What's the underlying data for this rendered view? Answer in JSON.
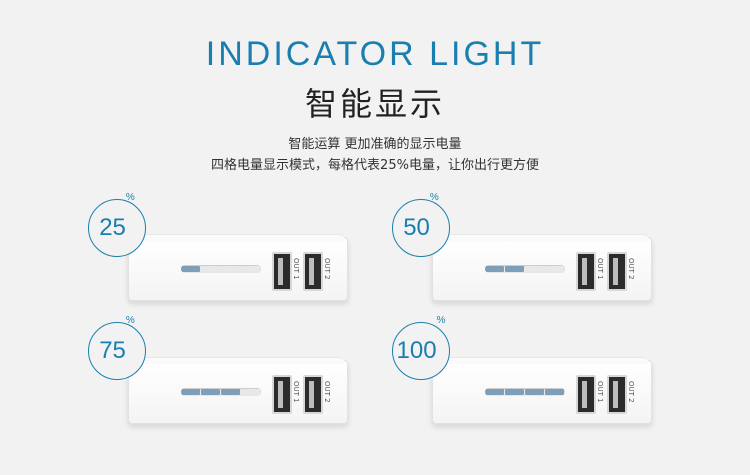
{
  "header": {
    "title_en": "INDICATOR LIGHT",
    "title_cn": "智能显示",
    "desc_line1": "智能运算 更加准确的显示电量",
    "desc_line2": "四格电量显示模式，每格代表25%电量，让你出行更方便"
  },
  "units": [
    {
      "value": "25",
      "pct_symbol": "%",
      "level": 0.25,
      "out1": "OUT 1",
      "out2": "OUT 2"
    },
    {
      "value": "50",
      "pct_symbol": "%",
      "level": 0.5,
      "out1": "OUT 1",
      "out2": "OUT 2"
    },
    {
      "value": "75",
      "pct_symbol": "%",
      "level": 0.75,
      "out1": "OUT 1",
      "out2": "OUT 2"
    },
    {
      "value": "100",
      "pct_symbol": "%",
      "level": 1.0,
      "out1": "OUT 1",
      "out2": "OUT 2"
    }
  ],
  "colors": {
    "accent": "#1a7fae",
    "led_on": "#7f9fb8",
    "led_off": "#e8e8e8",
    "text_dark": "#222222"
  }
}
